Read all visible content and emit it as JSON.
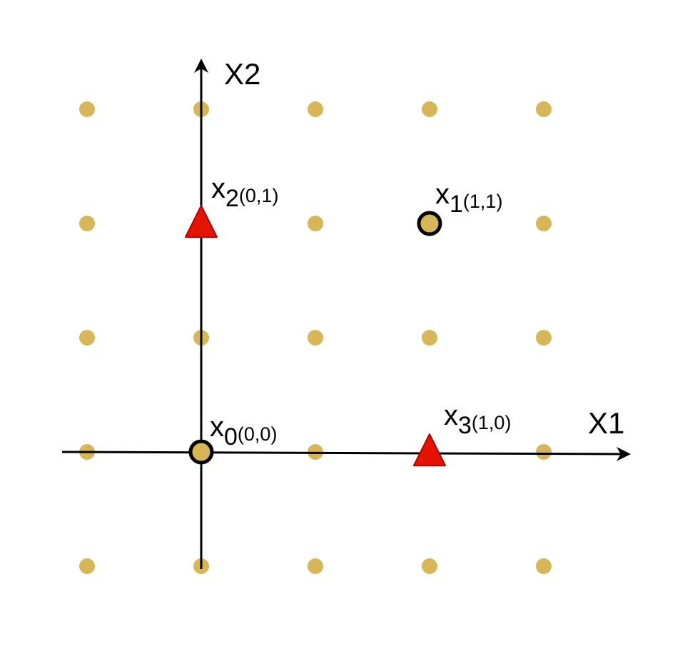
{
  "grid": {
    "columns": [
      -1,
      0,
      1,
      2,
      3
    ],
    "rows": [
      -1,
      0,
      1,
      2,
      3
    ],
    "dot_color": "#D6B656"
  },
  "axes": {
    "x_label": "X1",
    "y_label": "X2",
    "color": "#000000"
  },
  "points": [
    {
      "id": "x0",
      "base": "x",
      "subscript": "0",
      "coord": "(0,0)",
      "col": 0,
      "row": 0,
      "marker": "ringed-circle"
    },
    {
      "id": "x1",
      "base": "x",
      "subscript": "1",
      "coord": "(1,1)",
      "col": 2,
      "row": 2,
      "marker": "ringed-circle"
    },
    {
      "id": "x2",
      "base": "x",
      "subscript": "2",
      "coord": "(0,1)",
      "col": 0,
      "row": 2,
      "marker": "triangle"
    },
    {
      "id": "x3",
      "base": "x",
      "subscript": "3",
      "coord": "(1,0)",
      "col": 2,
      "row": 0,
      "marker": "triangle"
    }
  ],
  "colors": {
    "triangle_fill": "#E51400",
    "triangle_stroke": "#B20000",
    "ring_stroke": "#000000"
  }
}
